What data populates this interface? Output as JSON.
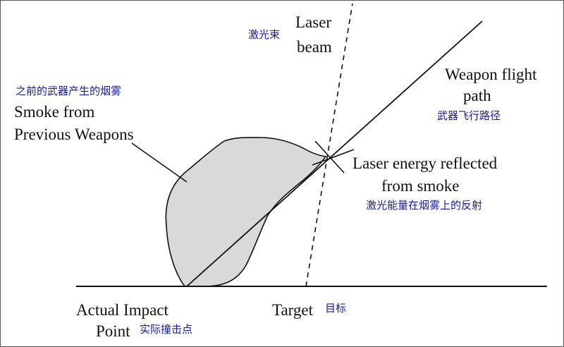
{
  "colors": {
    "line": "#111111",
    "smoke_fill": "#d9d9d9",
    "chinese_text": "#1a1aa6",
    "border": "#555555"
  },
  "labels": {
    "laser_beam_cn": "激光束",
    "laser_beam_line1": "Laser",
    "laser_beam_line2": "beam",
    "weapon_path_line1": "Weapon flight",
    "weapon_path_line2": "path",
    "weapon_path_cn": "武器飞行路径",
    "smoke_cn": "之前的武器产生的烟雾",
    "smoke_line1": "Smoke from",
    "smoke_line2": "Previous Weapons",
    "reflected_line1": "Laser energy reflected",
    "reflected_line2": "from smoke",
    "reflected_cn": "激光能量在烟雾上的反射",
    "impact_line1": "Actual Impact",
    "impact_line2": "Point",
    "impact_cn": "实际撞击点",
    "target": "Target",
    "target_cn": "目标"
  }
}
